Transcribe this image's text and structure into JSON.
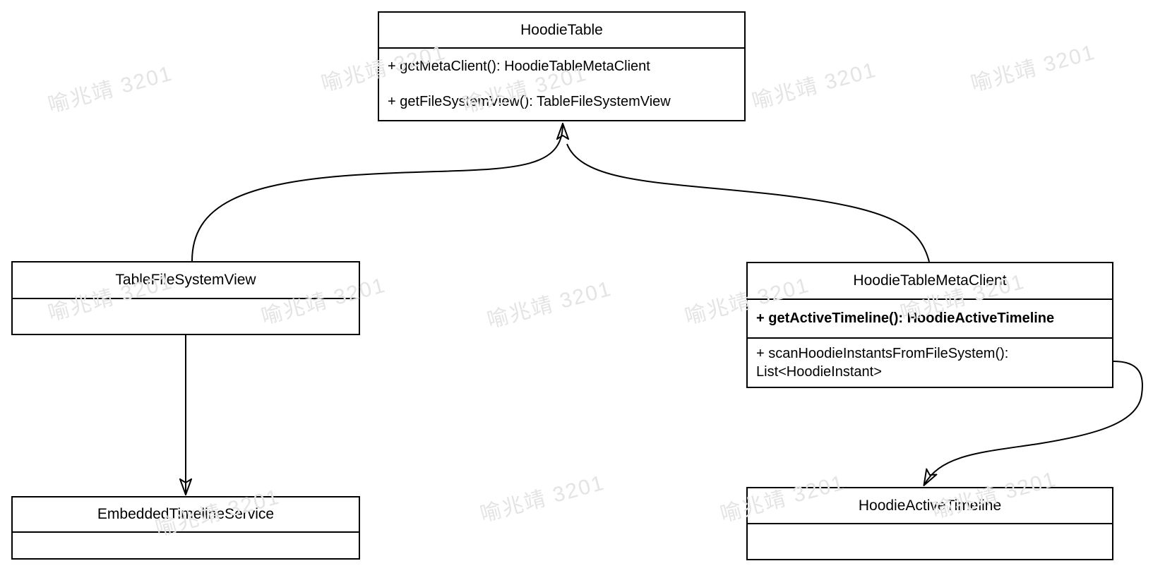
{
  "classes": {
    "hoodie_table": {
      "title": "HoodieTable",
      "methods": [
        "+ getMetaClient(): HoodieTableMetaClient",
        "+ getFileSystemView(): TableFileSystemView"
      ]
    },
    "table_file_system_view": {
      "title": "TableFileSystemView",
      "methods": []
    },
    "hoodie_table_meta_client": {
      "title": "HoodieTableMetaClient",
      "methods": [
        "+ getActiveTimeline(): HoodieActiveTimeline",
        "+ scanHoodieInstantsFromFileSystem(): List<HoodieInstant>"
      ]
    },
    "embedded_timeline_service": {
      "title": "EmbeddedTimelineService",
      "methods": []
    },
    "hoodie_active_timeline": {
      "title": "HoodieActiveTimeline",
      "methods": []
    }
  },
  "edges": [
    {
      "from": "TableFileSystemView",
      "to": "HoodieTable",
      "style": "curved-arrow"
    },
    {
      "from": "HoodieTableMetaClient",
      "to": "HoodieTable",
      "style": "curved-arrow"
    },
    {
      "from": "TableFileSystemView",
      "to": "EmbeddedTimelineService",
      "style": "straight-arrow"
    },
    {
      "from": "HoodieTableMetaClient",
      "to": "HoodieActiveTimeline",
      "style": "s-curved-arrow"
    }
  ],
  "watermark": {
    "text": "喻兆靖 3201",
    "color_hex": "#e4e4e4"
  },
  "colors": {
    "stroke": "#000000",
    "canvas_bg": "#ffffff",
    "text": "#000000"
  }
}
